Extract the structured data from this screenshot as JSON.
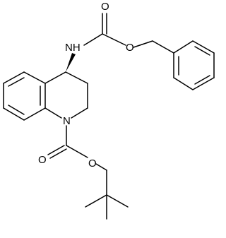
{
  "molecule": {
    "atom_labels": {
      "carbonyl_o_top": "O",
      "ester_o_top": "O",
      "nh": "NH",
      "ring_n": "N",
      "carbonyl_o_bottom": "O",
      "ester_o_bottom": "O"
    },
    "colors": {
      "bond": "#000000",
      "text": "#000000",
      "background": "#ffffff"
    }
  }
}
